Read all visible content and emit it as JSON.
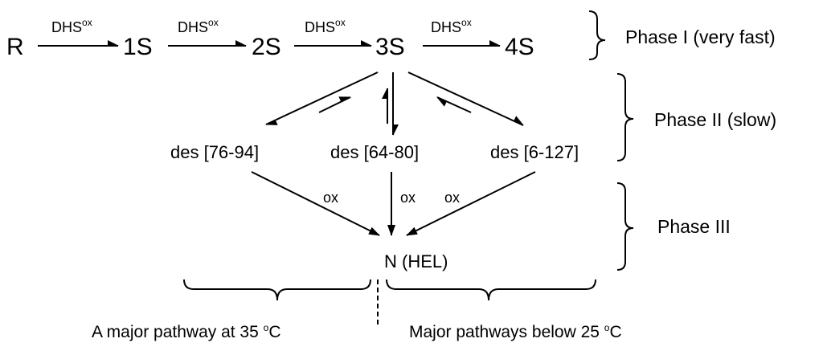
{
  "nodes": {
    "r": "R",
    "s1": "1S",
    "s2": "2S",
    "s3": "3S",
    "s4": "4S",
    "des_76_94": "des [76-94]",
    "des_64_80": "des [64-80]",
    "des_6_127": "des [6-127]",
    "native": "N (HEL)"
  },
  "arrow_labels": {
    "dhs_base": "DHS",
    "dhs_sup": "ox",
    "ox": "ox"
  },
  "phases": {
    "phase1": "Phase I (very fast)",
    "phase2": "Phase II (slow)",
    "phase3": "Phase III"
  },
  "footer": {
    "left_pre": "A major pathway at 35 ",
    "left_sup": "o",
    "left_post": "C",
    "right_pre": "Major pathways below 25 ",
    "right_sup": "o",
    "right_post": "C"
  },
  "colors": {
    "ink": "#000000",
    "background": "#ffffff"
  }
}
